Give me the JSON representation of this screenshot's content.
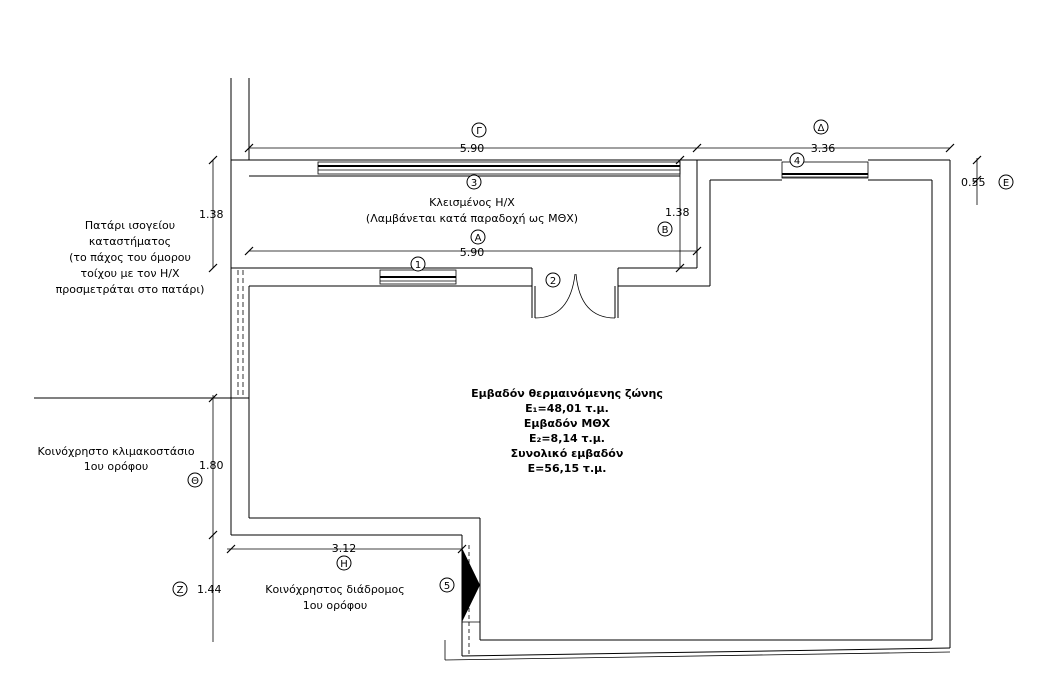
{
  "dimensions": {
    "gamma_width": "5.90",
    "delta_width": "3.36",
    "epsilon_offset": "0.55",
    "alpha_width": "5.90",
    "left_height": "1.38",
    "beta_height": "1.38",
    "theta_height": "1.80",
    "eta_width": "3.12",
    "zeta_height": "1.44"
  },
  "markers": {
    "gamma": "Γ",
    "delta": "Δ",
    "epsilon": "Ε",
    "alpha": "Α",
    "beta": "Β",
    "theta": "Θ",
    "eta": "Η",
    "zeta": "Ζ",
    "n1": "1",
    "n2": "2",
    "n3": "3",
    "n4": "4",
    "n5": "5"
  },
  "labels": {
    "closed_hx_line1": "Κλεισμένος Η/Χ",
    "closed_hx_line2": "(Λαμβάνεται κατά παραδοχή ως ΜΘΧ)",
    "mezzanine": [
      "Πατάρι ισογείου",
      "καταστήματος",
      "(το πάχος του όμορου",
      "τοίχου με τον Η/Χ",
      "προσμετράται στο πατάρι)"
    ],
    "stairwell": [
      "Κοινόχρηστο κλιμακοστάσιο",
      "1ου ορόφου"
    ],
    "corridor": [
      "Κοινόχρηστος διάδρομος",
      "1ου ορόφου"
    ],
    "areas": [
      "Εμβαδόν θερμαινόμενης ζώνης",
      "Ε₁=48,01 τ.μ.",
      "Εμβαδόν ΜΘΧ",
      "Ε₂=8,14 τ.μ.",
      "Συνολικό εμβαδόν",
      "Ε=56,15 τ.μ."
    ]
  }
}
